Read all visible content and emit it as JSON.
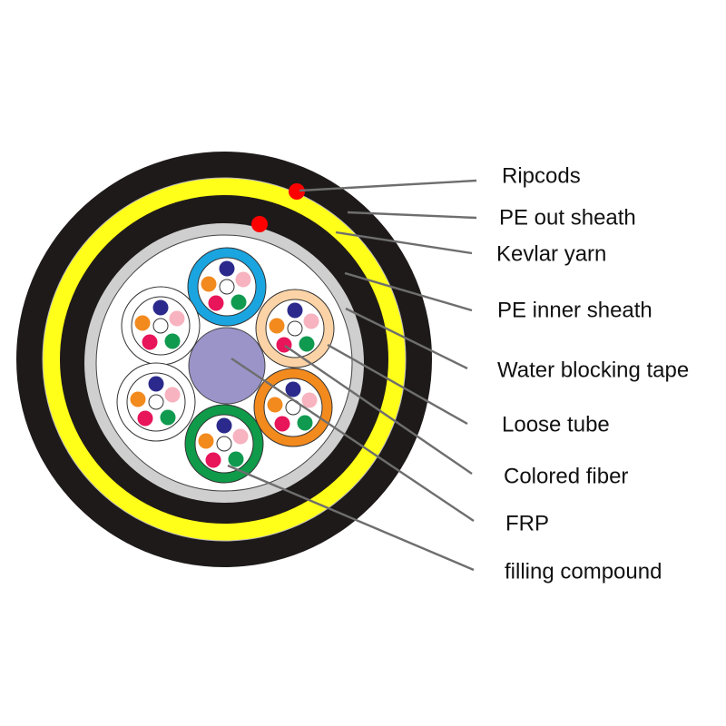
{
  "labels": {
    "ripcords": "Ripcods",
    "pe_out_sheath": "PE out sheath",
    "kevlar_yarn": "Kevlar yarn",
    "pe_inner_sheath": "PE inner sheath",
    "water_blocking_tape": "Water blocking tape",
    "loose_tube": "Loose tube",
    "colored_fiber": "Colored fiber",
    "frp": "FRP",
    "filling_compound": "filling compound"
  },
  "colors": {
    "sheath": "#1f1a1a",
    "kevlar": "#ffff1a",
    "tape": "#cfcfcf",
    "ripcord": "#ff0000",
    "frp": "#9b94c9",
    "leader": "#6e6e6e"
  },
  "tube_colors": [
    "#1aa5e0",
    "#fbd3a6",
    "#f28a1e",
    "#0f9b4a",
    "#ffffff",
    "#ffffff"
  ],
  "fiber_colors": [
    "#2b2a8c",
    "#f7b3bf",
    "#f28a1e",
    "#e8155a",
    "#109a50",
    "#ffffff"
  ]
}
